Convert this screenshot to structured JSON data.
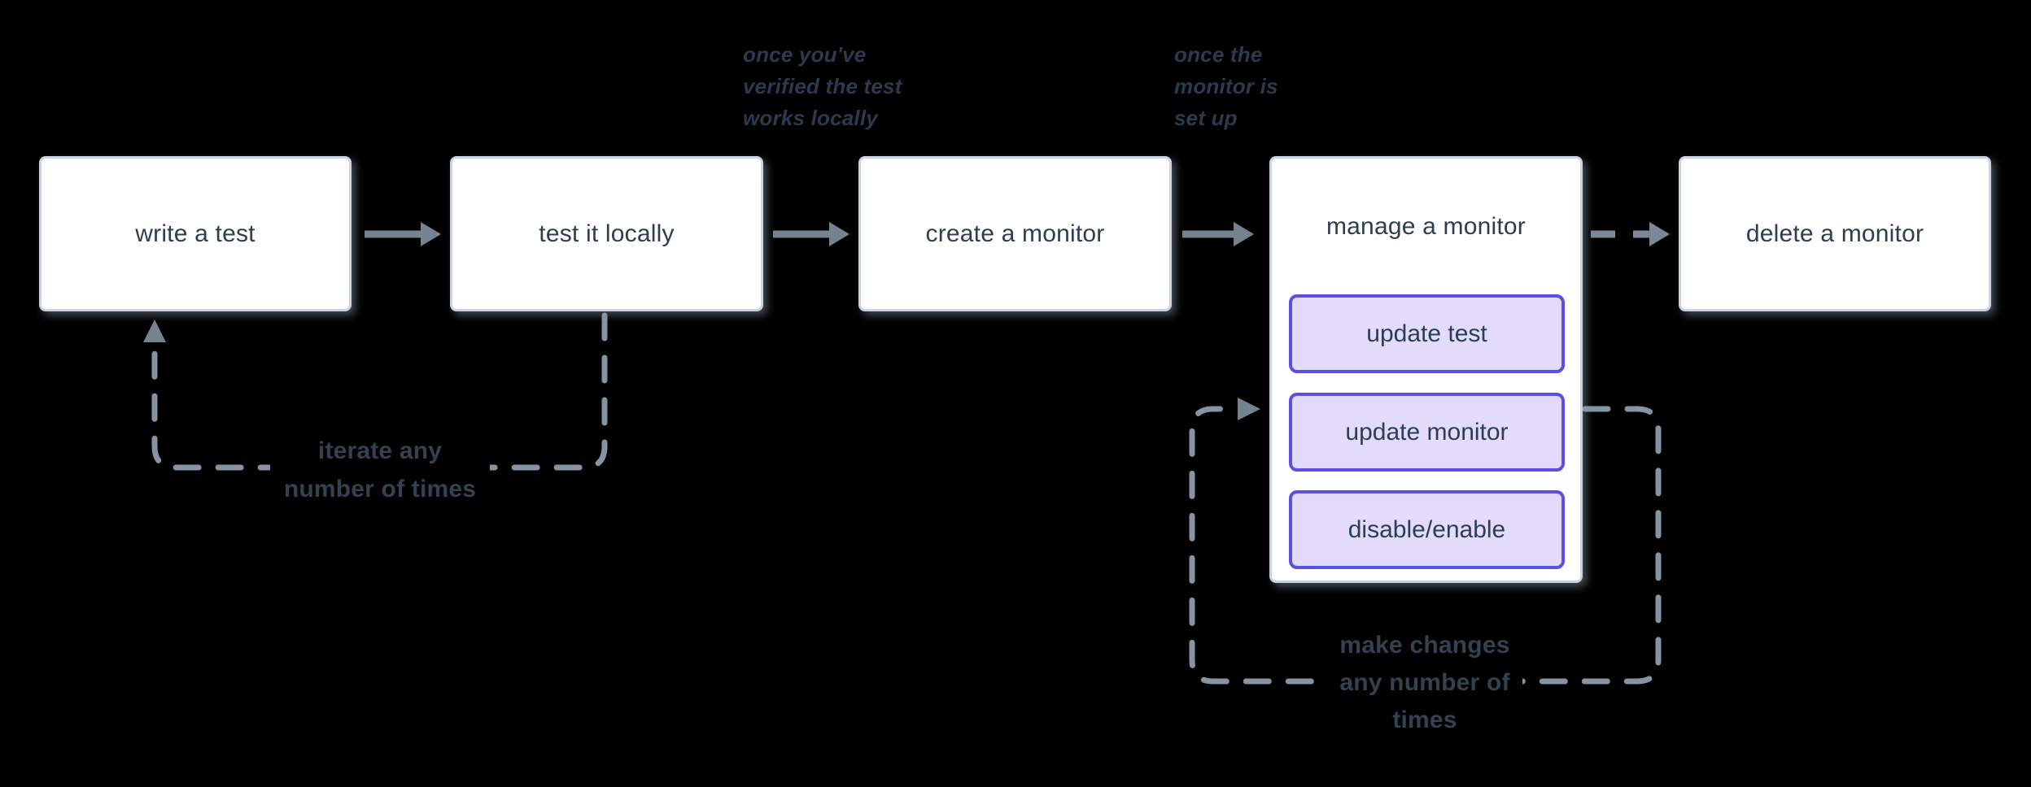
{
  "flow": {
    "boxes": {
      "write_test": "write a test",
      "test_locally": "test it locally",
      "create_monitor": "create a monitor",
      "manage_monitor": "manage a monitor",
      "delete_monitor": "delete a monitor"
    },
    "manage_actions": {
      "update_test": "update test",
      "update_monitor": "update monitor",
      "disable_enable": "disable/enable"
    },
    "annotations": {
      "verified_locally": {
        "line1": "once you've",
        "line2": "verified the test",
        "line3": "works locally"
      },
      "monitor_setup": {
        "line1": "once the",
        "line2": "monitor is",
        "line3": "set up"
      },
      "iterate_loop": {
        "line1": "iterate any",
        "line2": "number of times"
      },
      "changes_loop": {
        "line1": "make changes",
        "line2": "any number of",
        "line3": "times"
      }
    },
    "colors": {
      "background": "#000000",
      "box_fill": "#ffffff",
      "box_border": "#c9d4e0",
      "box_text": "#2e3d4f",
      "action_fill": "#e2dcfa",
      "action_border": "#5b50e3",
      "arrow_solid": "#75828f",
      "arrow_dashed": "#8593a2",
      "annotation_text": "#2c3a4d",
      "loop_label_text": "#33424f"
    }
  }
}
